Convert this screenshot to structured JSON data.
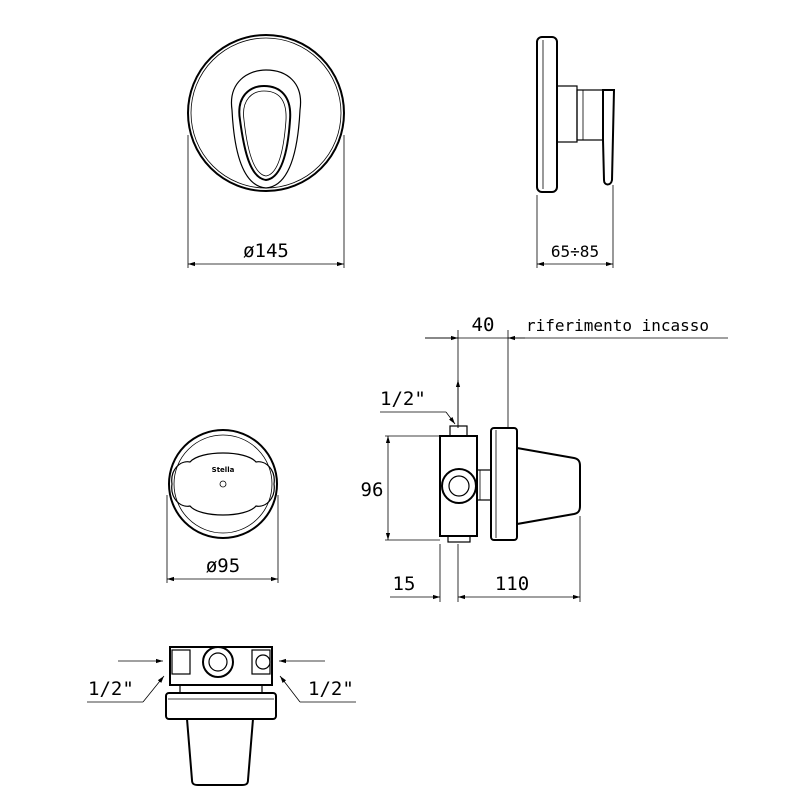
{
  "dimensions": {
    "front_diameter": "ø145",
    "side_depth": "65÷85",
    "offset_40": "40",
    "installation_reference": "riferimento incasso",
    "inlet_top": "1/2\"",
    "height_96": "96",
    "body_diameter": "ø95",
    "depth_15": "15",
    "depth_110": "110",
    "inlet_left": "1/2\"",
    "inlet_right": "1/2\""
  },
  "brand_mark": "Stella"
}
